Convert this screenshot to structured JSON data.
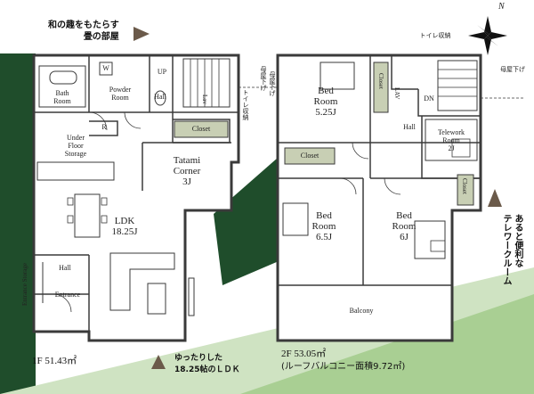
{
  "callouts": {
    "tatami": "和の趣をもたらす\n畳の部屋",
    "ldk": "ゆったりした\n18.25帖のＬＤＫ",
    "telework": "あると便利な\nテレワークルーム"
  },
  "compass": {
    "north": "N"
  },
  "floor1": {
    "area": "1F 51.43㎡",
    "rooms": {
      "bath": "Bath\nRoom",
      "powder": "Powder\nRoom",
      "w": "W",
      "r": "R",
      "up": "UP",
      "hall": "Hall",
      "lav": "Lav",
      "closet": "Closet",
      "tatami": "Tatami\nCorner\n3J",
      "underfloor": "Under\nFloor\nStorage",
      "ldk": "LDK\n18.25J",
      "hall2": "Hall",
      "entrance": "Entrance",
      "entrance_storage": "Entrance Storage"
    },
    "notes": {
      "toilet_storage": "トイレ収納",
      "beam": "母屋下げ"
    }
  },
  "floor2": {
    "area": "2F 53.05㎡",
    "roof_balcony": "(ルーフバルコニー面積9.72㎡)",
    "rooms": {
      "bed1": "Bed\nRoom\n5.25J",
      "closet_a": "Closet",
      "lav": "LAV",
      "dn": "DN",
      "hall": "Hall",
      "telework": "Telework\nRoom\n2J",
      "closet_b": "Closet",
      "closet_c": "Closet",
      "bed2": "Bed\nRoom\n6.5J",
      "bed3": "Bed\nRoom\n6J",
      "balcony": "Balcony"
    },
    "notes": {
      "toilet_storage": "トイレ収納",
      "beam_left": "母屋下げ",
      "beam_right": "母屋下げ"
    }
  },
  "colors": {
    "dark_green": "#1f4d2b",
    "light_green": "#cfe3c2",
    "wall": "#3a3a3a",
    "closet_fill": "#c8cfb4",
    "pointer": "#6b5a4a"
  }
}
